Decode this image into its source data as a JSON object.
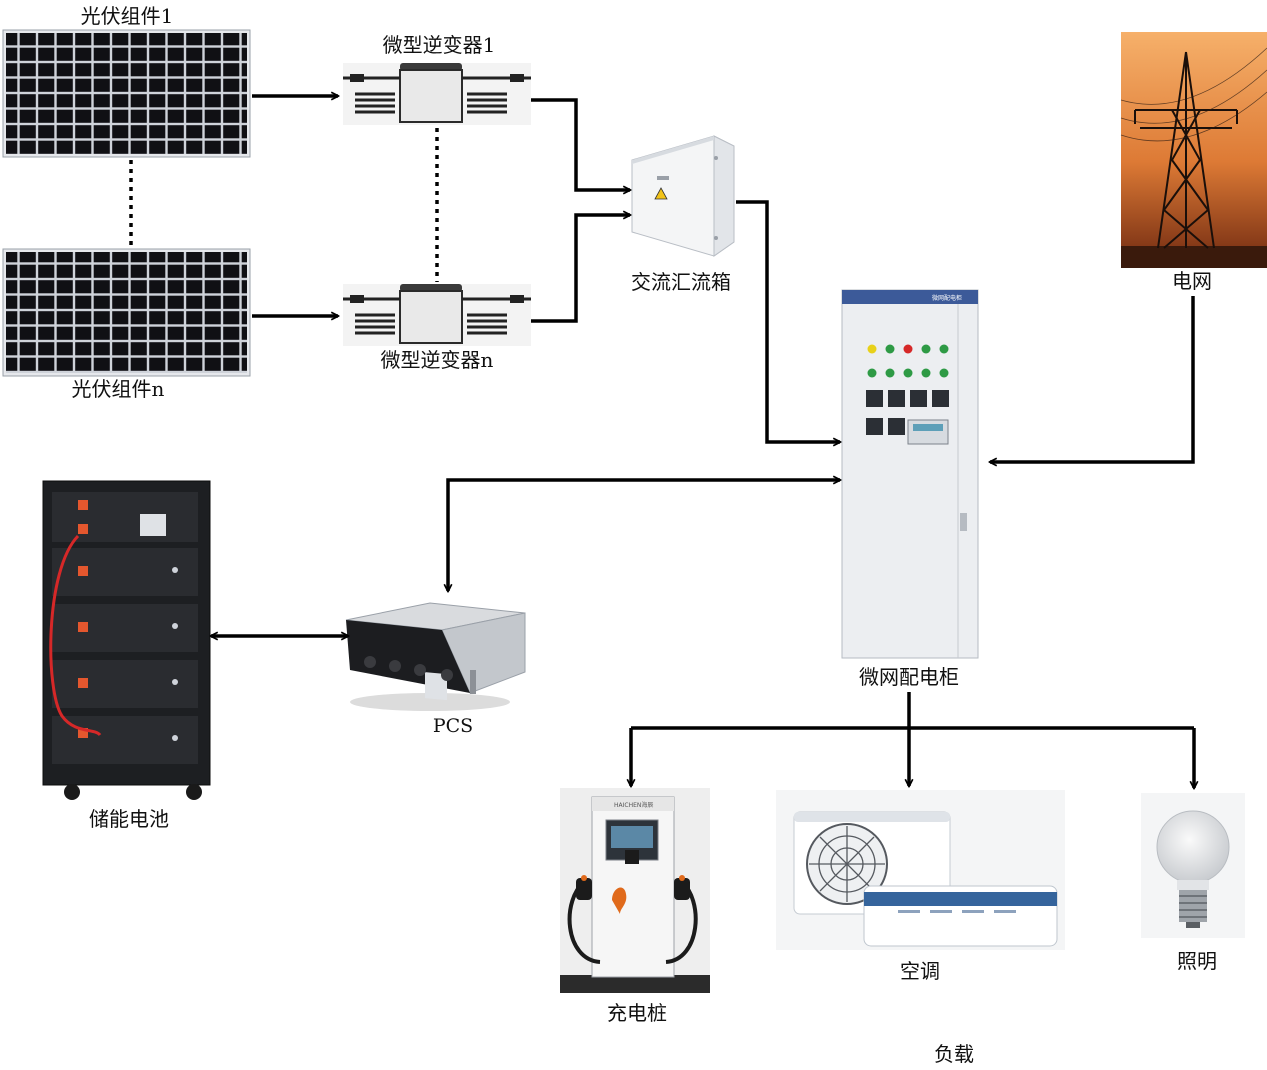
{
  "labels": {
    "pv_module_1": "光伏组件1",
    "pv_module_n": "光伏组件n",
    "micro_inverter_1": "微型逆变器1",
    "micro_inverter_n": "微型逆变器n",
    "ac_combiner_box": "交流汇流箱",
    "grid": "电网",
    "microgrid_cabinet": "微网配电柜",
    "storage_battery": "储能电池",
    "pcs": "PCS",
    "charging_pile": "充电桩",
    "air_conditioner": "空调",
    "lighting": "照明",
    "load": "负载"
  },
  "device_text": {
    "cabinet_header": "微网配电柜",
    "charger_brand": "HAICHEN海辰"
  },
  "colors": {
    "line": "#000000",
    "panel_cell": "#101014",
    "panel_grid": "#cfd3da",
    "cabinet_body": "#eceef1",
    "cabinet_header": "#3c5a99",
    "battery_body": "#1d1f22",
    "battery_terminal": "#e4572e",
    "cable_red": "#d62828",
    "sky_top": "#f3a55a",
    "sky_bottom": "#7a2f12",
    "charger_body": "#f1f1f1",
    "charger_accent": "#e06a1b"
  }
}
